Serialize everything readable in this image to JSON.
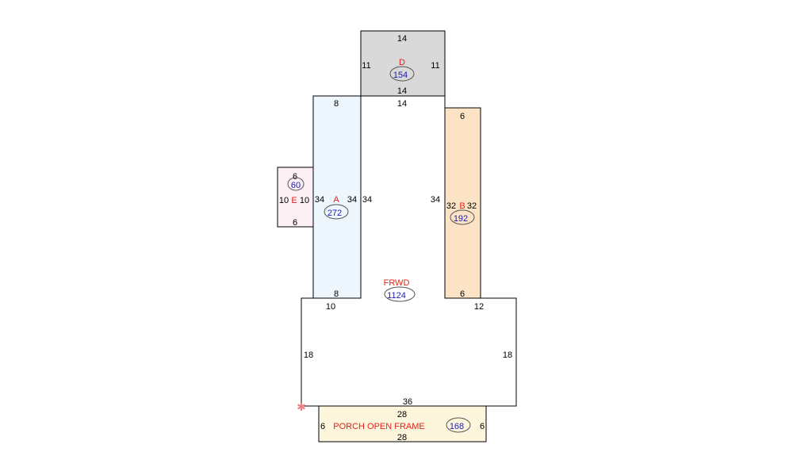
{
  "colors": {
    "section_a": "#eef6fe",
    "section_b": "#fde3c6",
    "section_d": "#d9d9d9",
    "section_e": "#fdf0f4",
    "porch": "#fdf6dd",
    "label": "#e2231a",
    "area": "#1a1ab4"
  },
  "main": {
    "label": "FRWD",
    "area": "1124"
  },
  "section_a": {
    "label": "A",
    "area": "272",
    "top": "8",
    "bottom": "8",
    "left": "34",
    "right": "34"
  },
  "section_b": {
    "label": "B",
    "area": "192",
    "top": "6",
    "bottom": "6",
    "left": "32",
    "right": "32"
  },
  "section_d": {
    "label": "D",
    "area": "154",
    "top": "14",
    "bottom": "14",
    "left": "11",
    "right": "11"
  },
  "section_e": {
    "label": "E",
    "area": "60",
    "top": "6",
    "bottom": "6",
    "left": "10",
    "right": "10"
  },
  "porch": {
    "label": "PORCH OPEN FRAME",
    "area": "168",
    "top": "28",
    "bottom": "28",
    "left": "6",
    "right": "6"
  },
  "dims": {
    "main_top_top": "14",
    "main_left_34": "34",
    "main_right_34": "34",
    "main_bottom_left_10": "10",
    "main_bottom_right_12": "12",
    "main_left_18": "18",
    "main_right_18": "18",
    "main_bottom_36": "36"
  },
  "marker": {
    "symbol": "✱"
  }
}
